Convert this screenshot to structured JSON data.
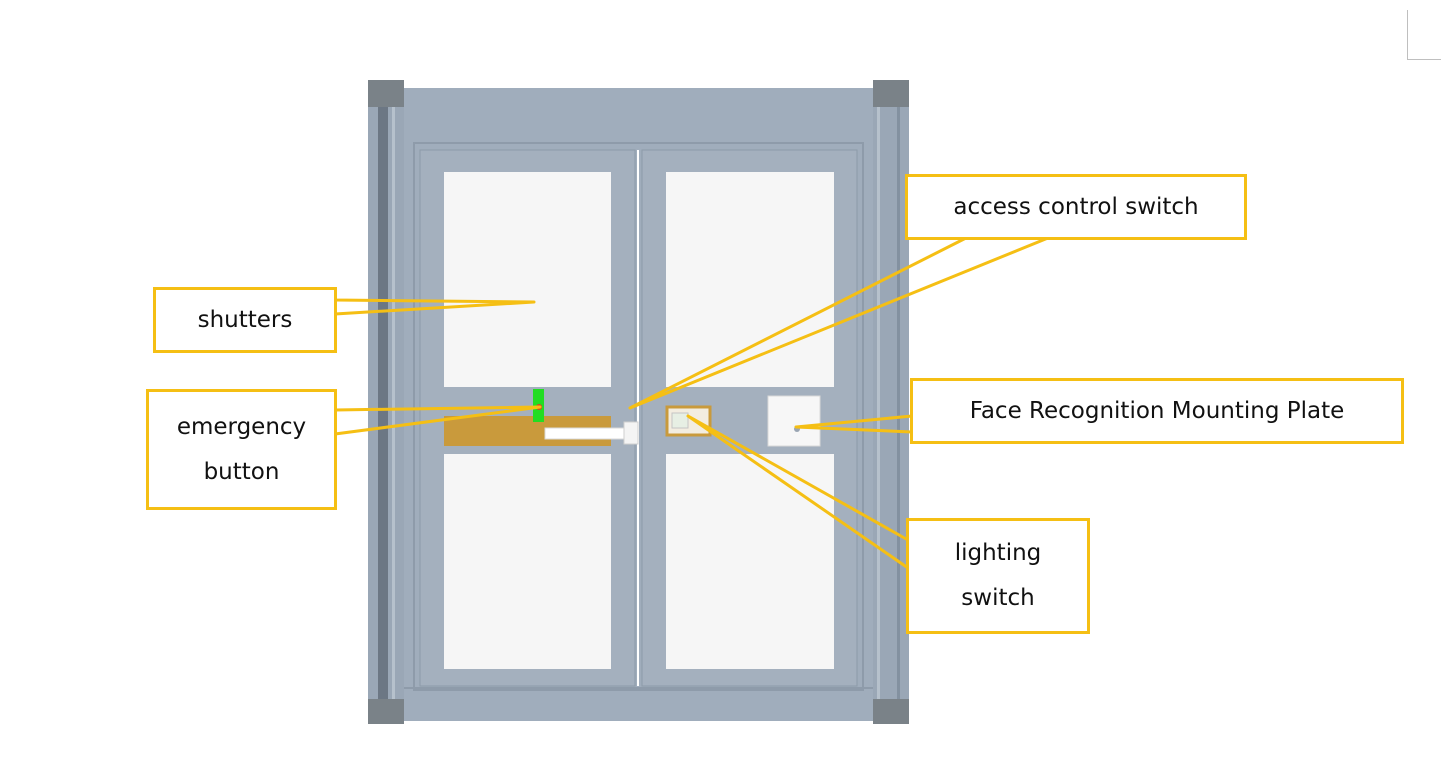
{
  "diagram": {
    "callouts": {
      "shutters": [
        "shutters"
      ],
      "emergency": [
        "emergency",
        "button"
      ],
      "access": [
        "access control switch"
      ],
      "face": [
        "Face Recognition Mounting Plate"
      ],
      "lighting": [
        "lighting",
        "switch"
      ]
    },
    "colors": {
      "callout_border": "#f5bf14",
      "leader_line": "#f5bf14",
      "frame": "#a0adbc",
      "frame_dark": "#8895a5",
      "corner_block": "#7a8288",
      "glass": "#f6f6f6",
      "push_bar": "#c99a3c",
      "emergency_button": "#22dd22",
      "emergency_dot": "#e04020",
      "handle": "#ffffff"
    }
  }
}
